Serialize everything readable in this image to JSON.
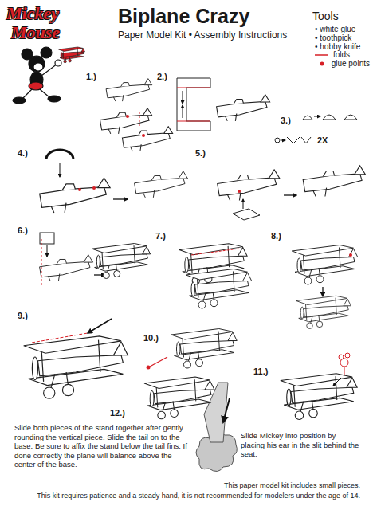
{
  "diagram": {
    "title": "Biplane Crazy",
    "labels": [
      "Mickey",
      "Mouse",
      "Paper Model Kit • Assembly Instructions",
      "Tools",
      "• white glue",
      "• toothpick",
      "• hobby knife",
      "1.)",
      "2.)",
      "3.)",
      "2X",
      "4.)",
      "5.)",
      "6.)",
      "7.)",
      "8.)",
      "9.)",
      "10.)",
      "11.)",
      "12.)",
      "Slide both pieces of the stand together after gently rounding the vertical piece. Slide the tail on to the base. Be sure to affix the stand below the tail fins. If done correctly the plane will balance above the center of the base.",
      "Slide Mickey into position by placing his ear in the slit behind the seat.",
      "This paper model kit includes small pieces.",
      "This kit requires patience and a steady hand, it is not recommended for modelers under the age of 14."
    ],
    "legend": [
      {
        "text": "folds"
      },
      {
        "text": "glue points"
      }
    ]
  }
}
